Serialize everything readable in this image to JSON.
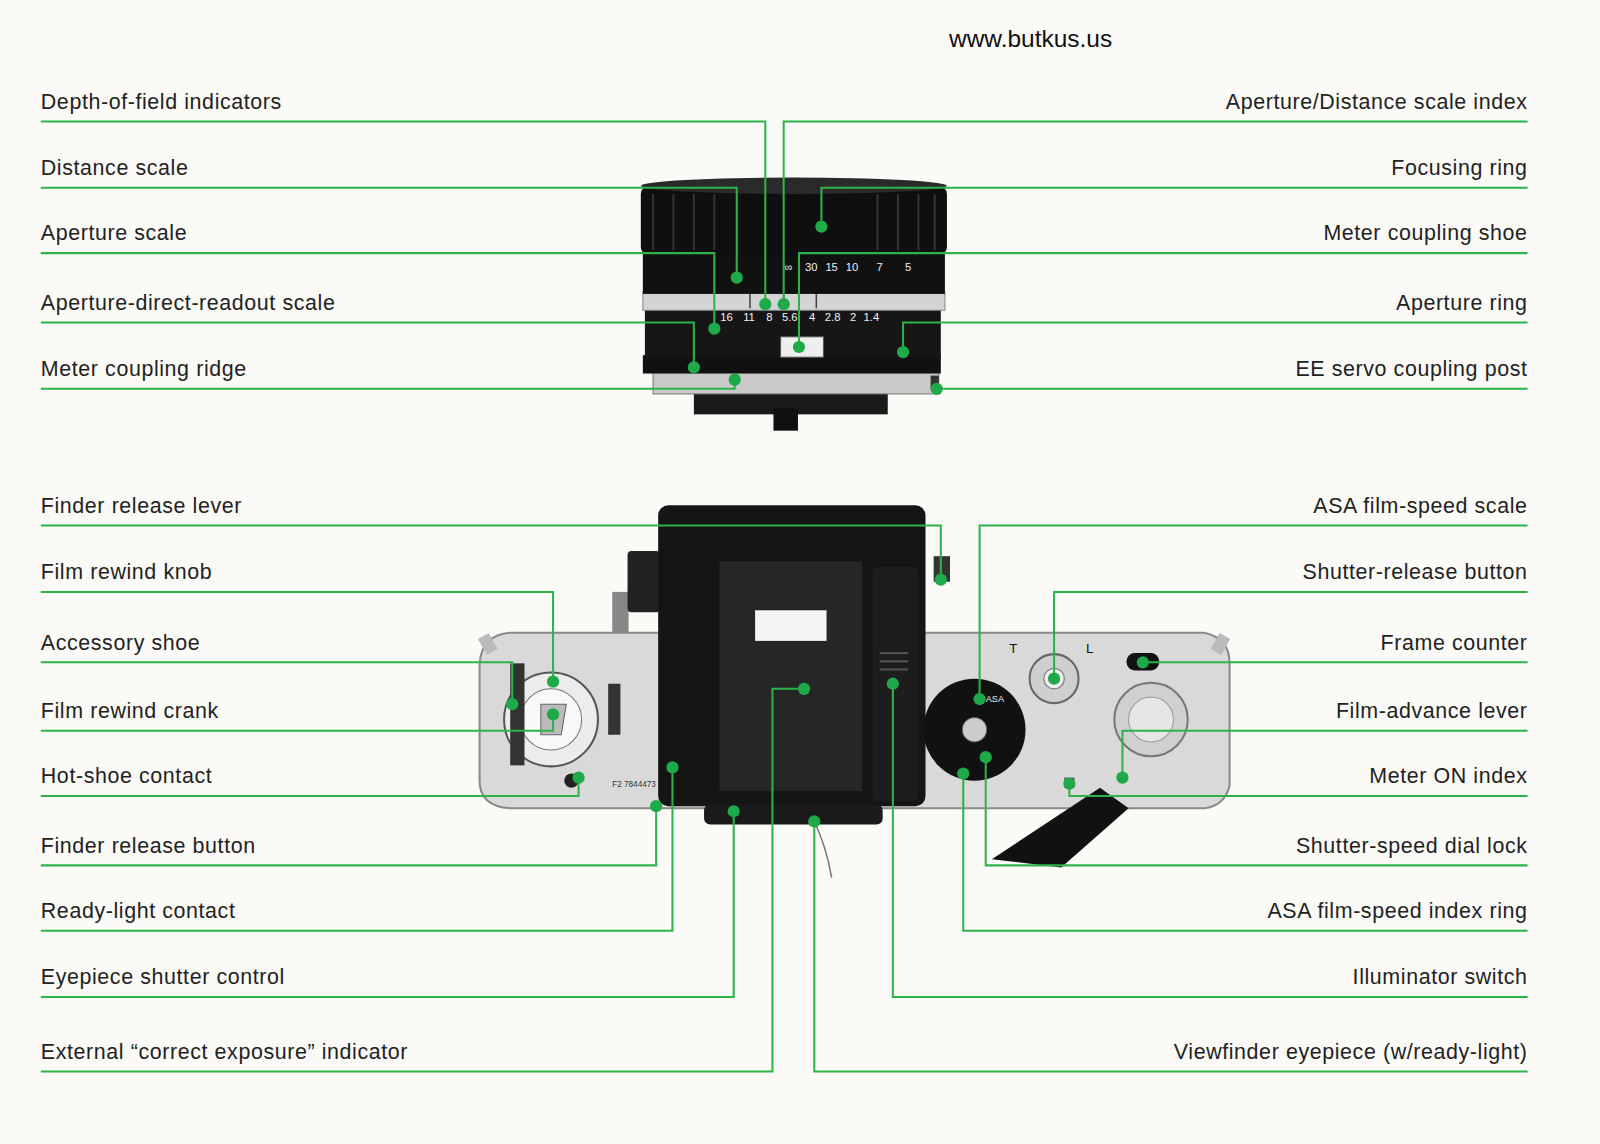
{
  "diagram": {
    "labels": [
      "www.butkus.us",
      "Depth-of-field indicators",
      "Aperture/Distance scale index",
      "Distance scale",
      "Focusing ring",
      "Aperture scale",
      "Meter coupling shoe",
      "Aperture-direct-readout scale",
      "Aperture ring",
      "Meter coupling ridge",
      "EE servo coupling post",
      "Finder release lever",
      "ASA film-speed scale",
      "Film rewind knob",
      "Shutter-release button",
      "Accessory shoe",
      "Frame counter",
      "Film rewind crank",
      "Film-advance lever",
      "Hot-shoe contact",
      "Meter ON index",
      "Finder release button",
      "Shutter-speed dial lock",
      "Ready-light contact",
      "ASA film-speed index ring",
      "Eyepiece shutter control",
      "Illuminator switch",
      "External “correct exposure” indicator",
      "Viewfinder eyepiece (w/ready-light)",
      "∞",
      "30",
      "15",
      "10",
      "7",
      "5",
      "16",
      "11",
      "8",
      "5.6",
      "4",
      "2.8",
      "2",
      "1.4",
      "T",
      "L",
      "ASA",
      "F2 7844473"
    ]
  }
}
